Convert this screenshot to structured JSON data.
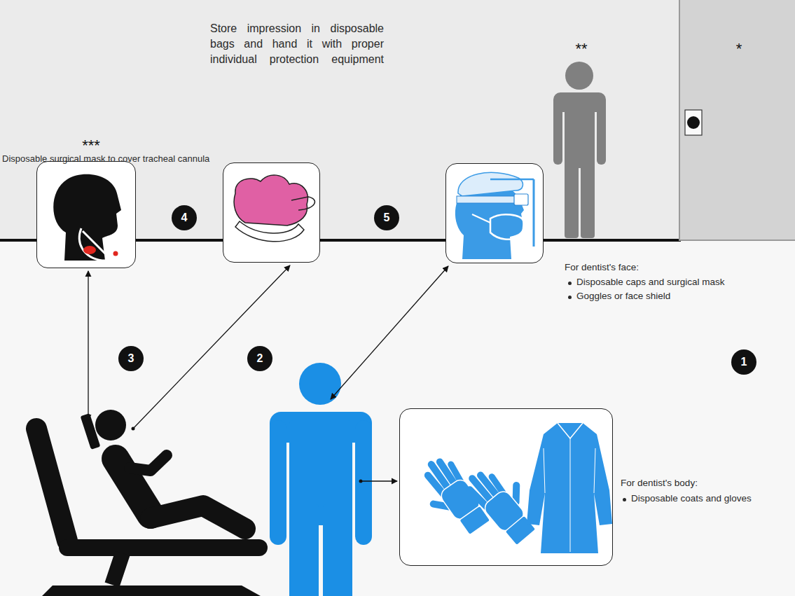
{
  "diagram": {
    "nodes": [
      {
        "text": [
          "Disposable surgical mask to cover tracheal cannula"
        ]
      },
      {
        "text": [
          "4"
        ]
      },
      {
        "text": [
          "Store impression in disposable bags and hand it with proper individual protection equipment"
        ]
      },
      {
        "text": [
          "5"
        ]
      },
      {
        "text": [
          "For dentist's face:",
          "Disposable caps and surgical mask",
          "Goggles or face shield"
        ]
      },
      {
        "text": [
          "3"
        ]
      },
      {
        "text": [
          "2"
        ]
      },
      {
        "text": [
          "1"
        ]
      },
      {
        "text": [
          "For dentist's body:",
          "Disposable coats and gloves"
        ]
      }
    ],
    "labels": [
      "***",
      "**",
      "*"
    ]
  }
}
